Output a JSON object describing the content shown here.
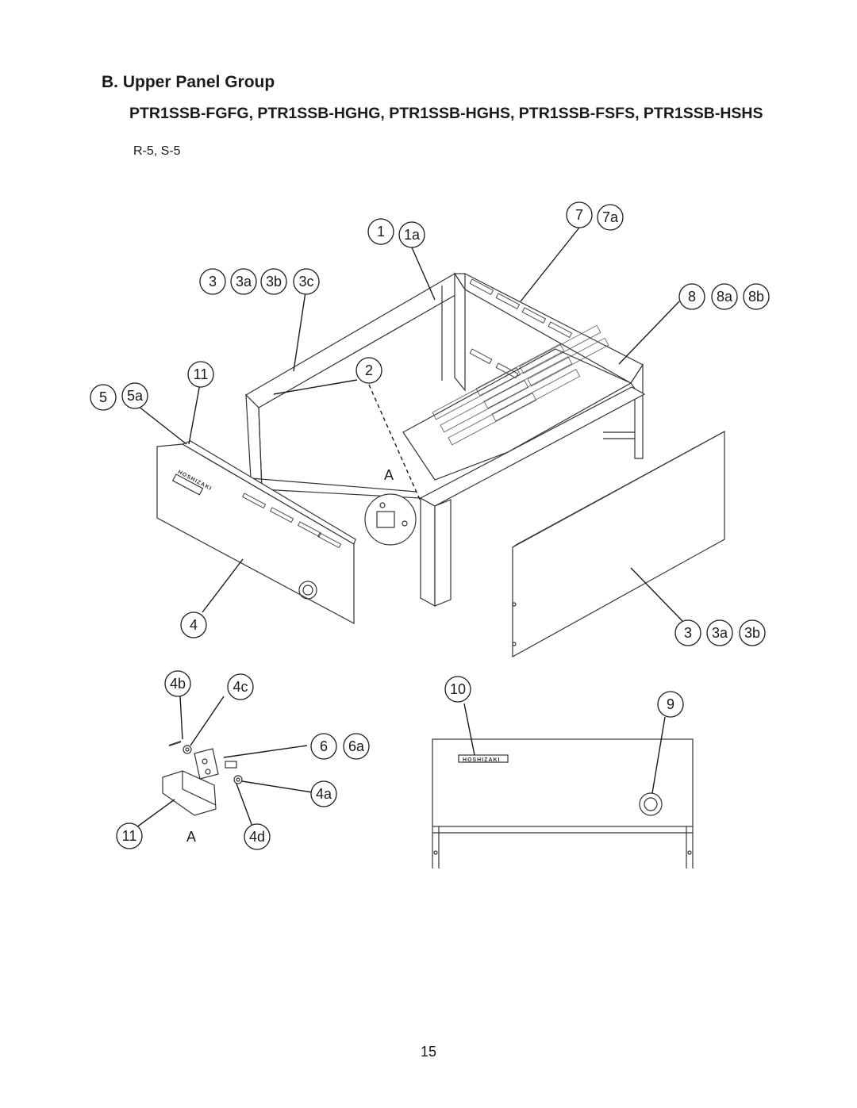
{
  "heading": "B. Upper Panel Group",
  "models": "PTR1SSB-FGFG, PTR1SSB-HGHG, PTR1SSB-HGHS, PTR1SSB-FSFS, PTR1SSB-HSHS",
  "revision": "R-5, S-5",
  "page_number": "15",
  "brand_label": "HOSHIZAKI",
  "callouts": {
    "c1": "1",
    "c1a": "1a",
    "c7": "7",
    "c7a": "7a",
    "c3": "3",
    "c3a": "3a",
    "c3b": "3b",
    "c3c": "3c",
    "c8": "8",
    "c8a": "8a",
    "c8b": "8b",
    "c11_top": "11",
    "c2": "2",
    "c5": "5",
    "c5a": "5a",
    "detail_a_top": "A",
    "c4": "4",
    "c3_right": "3",
    "c3a_right": "3a",
    "c3b_right": "3b",
    "c4b": "4b",
    "c4c": "4c",
    "c10": "10",
    "c9": "9",
    "c6": "6",
    "c6a": "6a",
    "c4a": "4a",
    "c11_bottom": "11",
    "detail_a_bottom": "A",
    "c4d": "4d"
  }
}
